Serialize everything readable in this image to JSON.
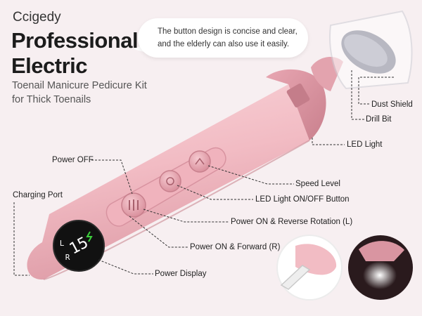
{
  "brand": "Ccigedy",
  "title_line1": "Professional",
  "title_line2": "Electric",
  "subtitle_line1": "Toenail Manicure Pedicure Kit",
  "subtitle_line2": "for Thick Toenails",
  "bubble_line1": "The button design is concise and clear,",
  "bubble_line2": "and the elderly can also use it easily.",
  "labels": {
    "dust_shield": "Dust Shield",
    "drill_bit": "Drill Bit",
    "led_light": "LED Light",
    "speed_level": "Speed Level",
    "led_button": "LED Light ON/OFF Button",
    "power_reverse": "Power ON & Reverse Rotation (L)",
    "power_forward": "Power ON & Forward (R)",
    "power_display": "Power Display",
    "power_off": "Power OFF",
    "charging_port": "Charging Port"
  },
  "display": {
    "level": "15",
    "left_mode": "L",
    "right_mode": "R"
  },
  "colors": {
    "body": "#f2bcc4",
    "body_dark": "#e09aa6",
    "accent_green": "#3cd13c",
    "background": "#f7eff1"
  }
}
